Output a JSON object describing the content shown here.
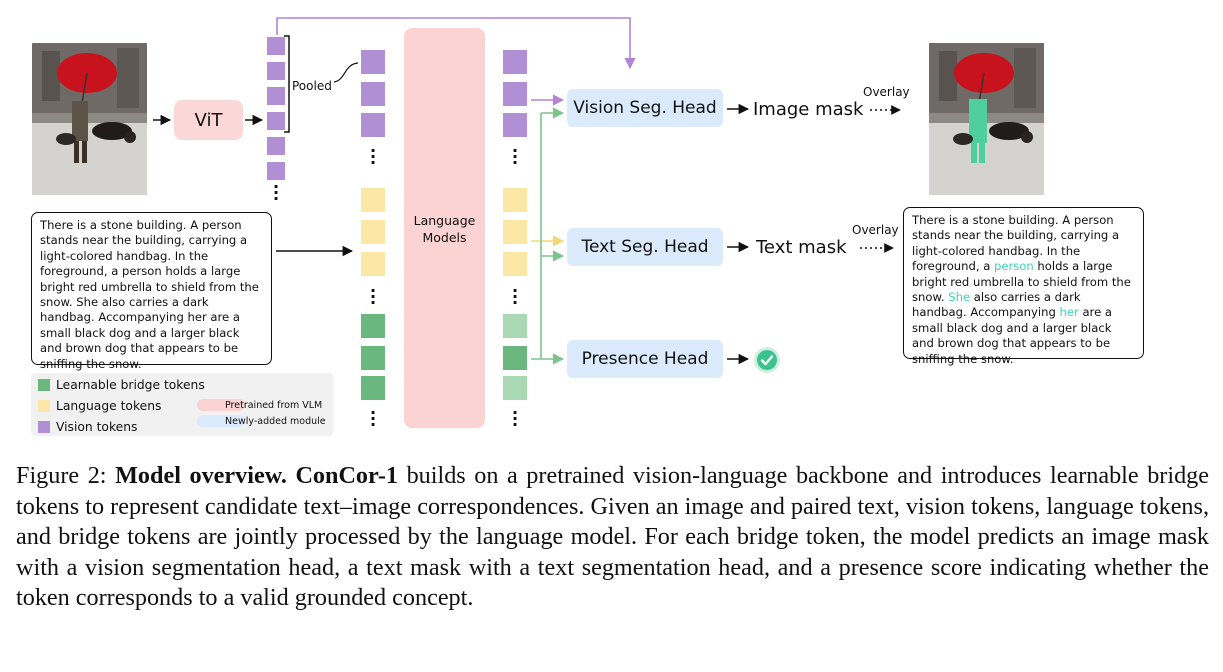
{
  "diagram": {
    "vit_label": "ViT",
    "pooled_label": "Pooled",
    "language_model_label": "Language\nModels",
    "heads": {
      "vision": "Vision Seg. Head",
      "text": "Text Seg. Head",
      "presence": "Presence Head"
    },
    "outputs": {
      "image_mask": "Image mask",
      "text_mask": "Text mask",
      "overlay_top": "Overlay",
      "overlay_mid": "Overlay"
    },
    "input_text": "There is a stone building. A person stands near the building, carrying a light-colored handbag. In the foreground, a person holds a large bright red umbrella to shield from the snow. She also carries a dark handbag. Accompanying her are a small black dog and a larger black and brown dog that appears to be sniffing the snow.",
    "output_text": {
      "p1": "There is a stone building. A person stands near the building, carrying a light-colored handbag. In the foreground, a ",
      "h1": "person",
      "p2": " holds a large bright red umbrella to shield from the snow. ",
      "h2": "She",
      "p3": " also carries a dark handbag. Accompanying ",
      "h3": "her",
      "p4": " are a small black dog and a larger black and brown dog that appears to be sniffing the snow."
    },
    "legend": {
      "bridge": "Learnable bridge tokens",
      "language": "Language tokens",
      "vision": "Vision tokens",
      "pretrained": "Pretrained from VLM",
      "new_module": "Newly-added module"
    },
    "colors": {
      "vision_token": "#b18fd4",
      "language_token": "#fde7a6",
      "bridge_token": "#6ab87f",
      "bridge_token_light": "#a9d8b3",
      "pretrained": "#fbd3d3",
      "new_module": "#dbeafc",
      "highlight": "#3fd3b4",
      "arrow_purple": "#b384d6",
      "arrow_green": "#7cc48a",
      "arrow_yellow": "#f5d873"
    },
    "icons": [
      "check-circle-icon",
      "umbrella-photo",
      "dog-photo"
    ]
  },
  "caption": {
    "prefix": "Figure 2: ",
    "bold": "Model overview. ConCor-1",
    "rest": " builds on a pretrained vision-language backbone and introduces learnable bridge tokens to represent candidate text–image correspondences. Given an image and paired text, vision tokens, language tokens, and bridge tokens are jointly processed by the language model. For each bridge token, the model predicts an image mask with a vision segmentation head, a text mask with a text segmentation head, and a presence score indicating whether the token corresponds to a valid grounded concept."
  }
}
